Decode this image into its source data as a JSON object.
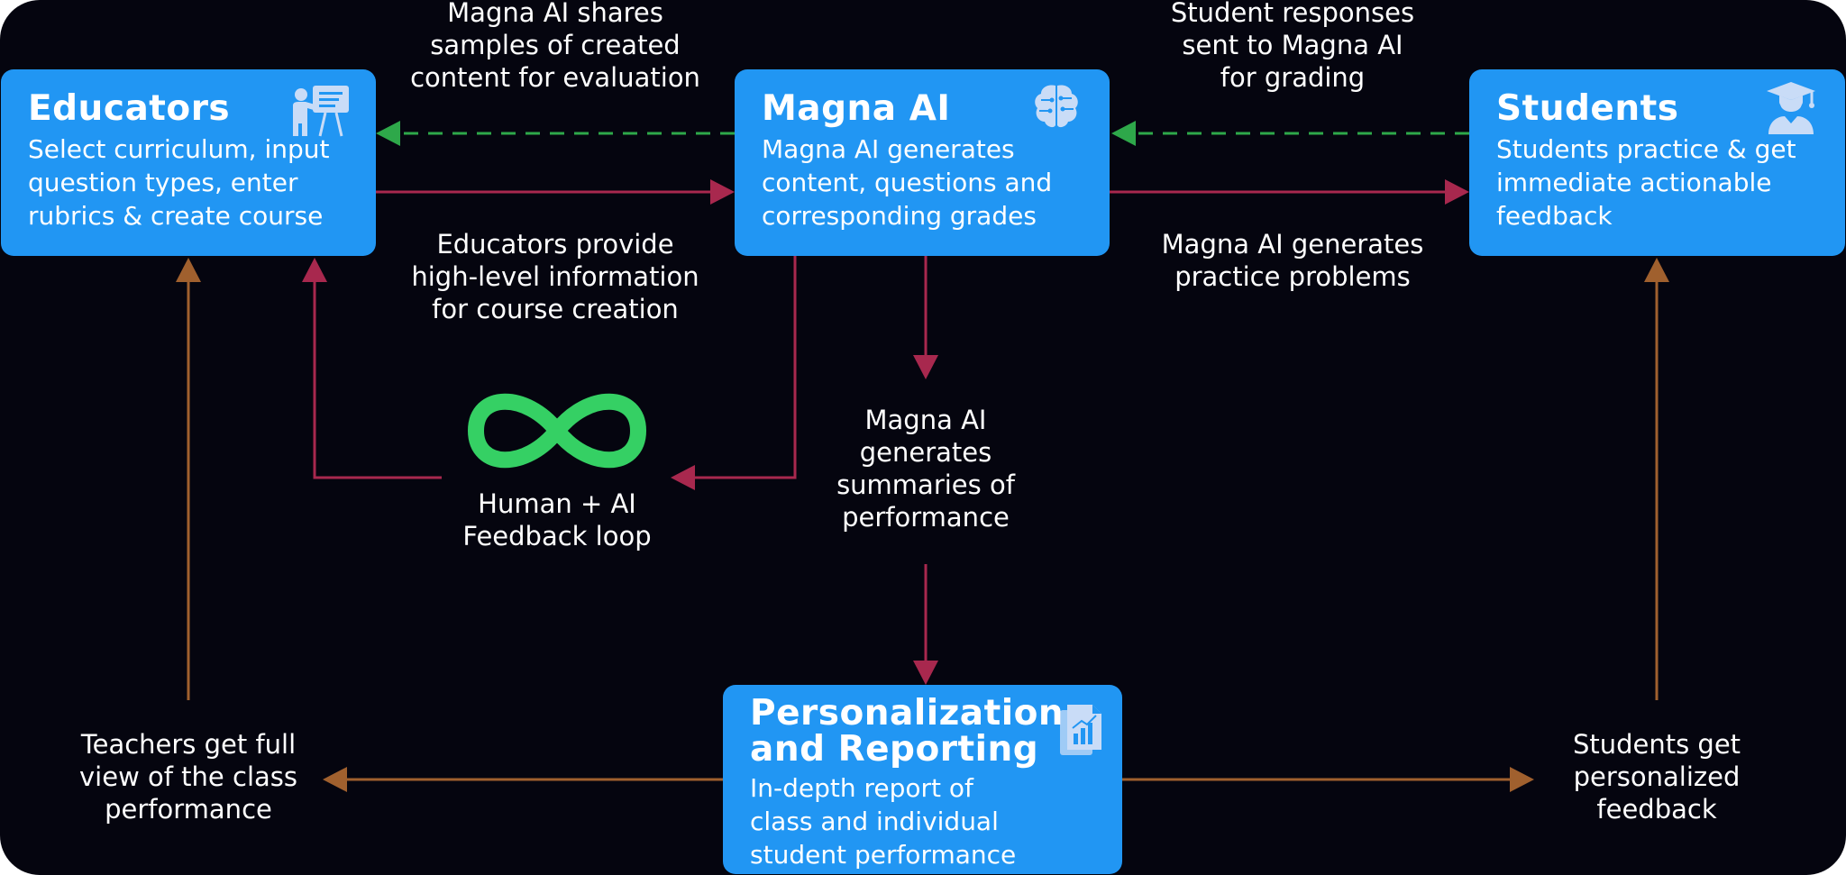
{
  "colors": {
    "background": "#05050f",
    "box": "#2196f3",
    "box_icon": "#c9dcf7",
    "arrow_red": "#a8284e",
    "arrow_green": "#2ea84a",
    "arrow_brown": "#a0602e",
    "infinity": "#35d064",
    "text": "#ffffff"
  },
  "boxes": {
    "educators": {
      "title": "Educators",
      "body": "Select curriculum, input\nquestion types, enter\nrubrics & create course",
      "icon": "teacher-board-icon"
    },
    "magna": {
      "title": "Magna AI",
      "body": "Magna AI generates\ncontent, questions and\ncorresponding grades",
      "icon": "ai-brain-icon"
    },
    "students": {
      "title": "Students",
      "body": "Students practice & get\nimmediate actionable\nfeedback",
      "icon": "graduate-student-icon"
    },
    "reporting": {
      "title": "Personalization\nand Reporting",
      "body": "In-depth report of\nclass and individual\nstudent performance",
      "icon": "report-chart-icon"
    }
  },
  "labels": {
    "magna_shares": "Magna AI shares\nsamples of created\ncontent for evaluation",
    "student_responses": "Student responses\nsent to Magna AI\nfor grading",
    "educators_provide": "Educators provide\nhigh-level information\nfor course creation",
    "practice_problems": "Magna AI generates\npractice problems",
    "summaries": "Magna AI\ngenerates\nsummaries of\nperformance",
    "feedback_loop": "Human + AI\nFeedback loop",
    "teachers_view": "Teachers get full\nview of the class\nperformance",
    "students_feedback": "Students get\npersonalized\nfeedback"
  },
  "loop_icon": "infinity-icon"
}
